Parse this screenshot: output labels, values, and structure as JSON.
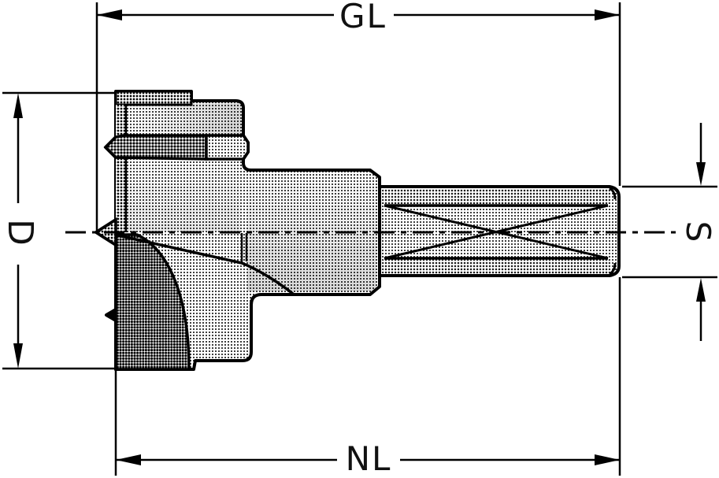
{
  "diagram": {
    "background": "#ffffff",
    "ink": "#000000",
    "labels": {
      "top": "GL",
      "bottom": "NL",
      "left": "D",
      "right": "S"
    }
  }
}
